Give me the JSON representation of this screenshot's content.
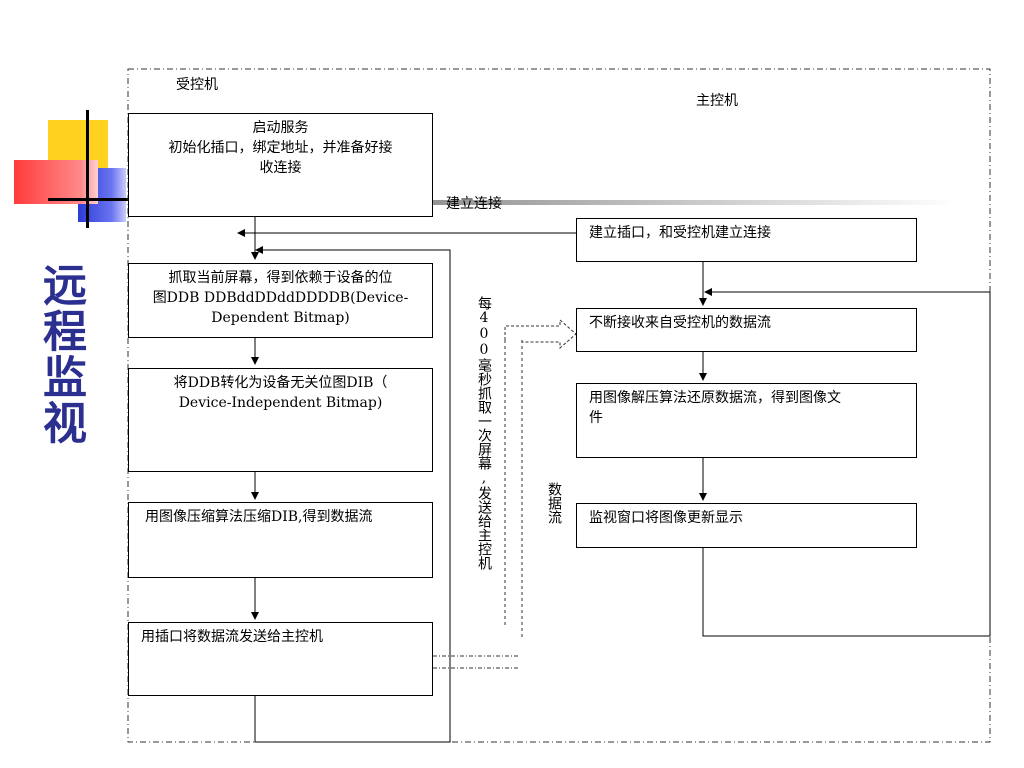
{
  "slide_title": "远程监视",
  "labels": {
    "controlled": "受控机",
    "master": "主控机",
    "establish": "建立连接",
    "every400": "每400毫秒抓取一次屏幕,发送给主控机",
    "data_stream": "数据流"
  },
  "left_boxes": [
    {
      "lines": [
        "启动服务",
        "初始化插口，绑定地址，并准备好接",
        "收连接"
      ]
    },
    {
      "lines": [
        "抓取当前屏幕，得到依赖于设备的位",
        "图DDB DDBddDDddDDDDB(Device-",
        "Dependent Bitmap)"
      ]
    },
    {
      "lines": [
        "将DDB转化为设备无关位图DIB（",
        "Device-Independent Bitmap)"
      ]
    },
    {
      "lines": [
        "用图像压缩算法压缩DIB,得到数据流"
      ]
    },
    {
      "lines": [
        "用插口将数据流发送给主控机"
      ]
    }
  ],
  "right_boxes": [
    {
      "lines": [
        "建立插口，和受控机建立连接"
      ]
    },
    {
      "lines": [
        "不断接收来自受控机的数据流"
      ]
    },
    {
      "lines": [
        "用图像解压算法还原数据流，得到图像文",
        "件"
      ]
    },
    {
      "lines": [
        "监视窗口将图像更新显示"
      ]
    }
  ],
  "colors": {
    "title": "#2b2f8f",
    "deco_yellow": "#ffd21f",
    "deco_blue": "#2b3bd6",
    "deco_red": "#ff4a4a"
  }
}
